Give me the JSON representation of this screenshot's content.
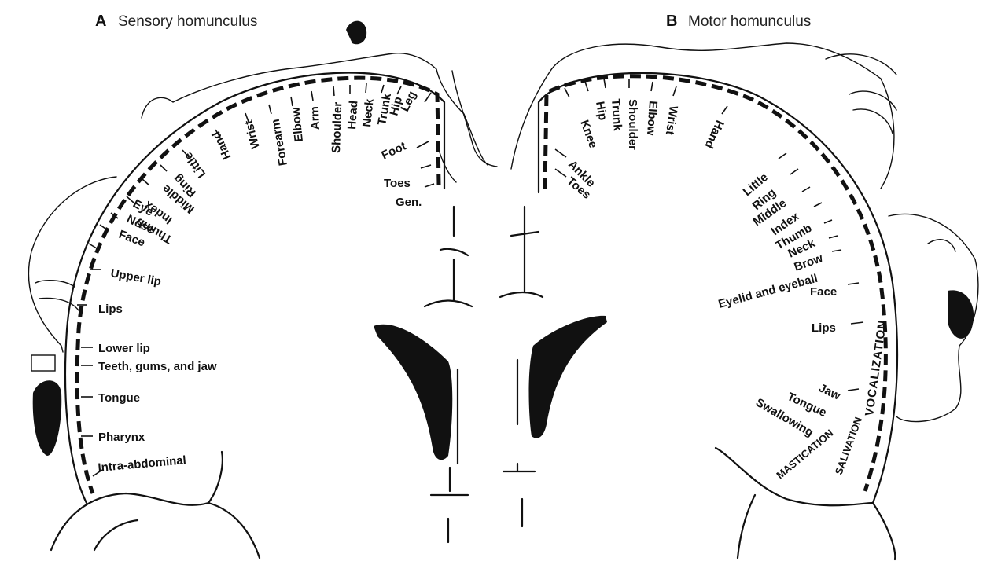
{
  "panel_a": {
    "letter": "A",
    "title": "Sensory homunculus",
    "labels": [
      "Leg",
      "Hip",
      "Trunk",
      "Neck",
      "Head",
      "Shoulder",
      "Arm",
      "Elbow",
      "Forearm",
      "Wrist",
      "Hand",
      "Little",
      "Ring",
      "Middle",
      "Index",
      "Thumb",
      "Eye",
      "Nose",
      "Face",
      "Upper lip",
      "Lips",
      "Lower lip",
      "Teeth, gums, and jaw",
      "Tongue",
      "Pharynx",
      "Intra-abdominal",
      "Foot",
      "Toes",
      "Gen."
    ]
  },
  "panel_b": {
    "letter": "B",
    "title": "Motor homunculus",
    "labels": [
      "Knee",
      "Hip",
      "Trunk",
      "Shoulder",
      "Elbow",
      "Wrist",
      "Hand",
      "Ankle",
      "Toes",
      "Little",
      "Ring",
      "Middle",
      "Index",
      "Thumb",
      "Neck",
      "Brow",
      "Eyelid and eyeball",
      "Face",
      "Lips",
      "Jaw",
      "Tongue",
      "Swallowing"
    ],
    "vertical_labels": [
      "VOCALIZATION",
      "SALIVATION",
      "MASTICATION"
    ]
  }
}
